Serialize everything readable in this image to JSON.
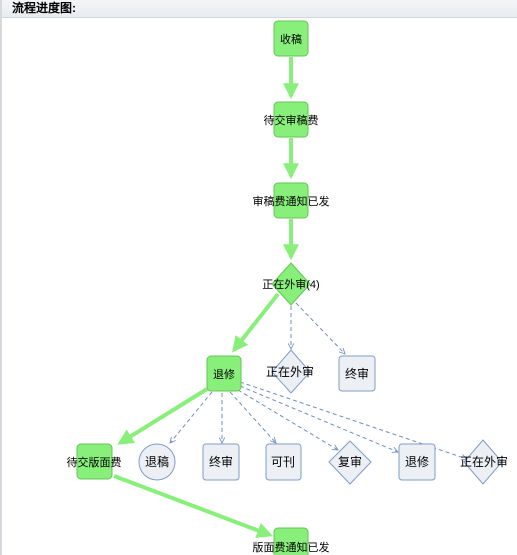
{
  "header": {
    "title": "流程进度图:"
  },
  "colors": {
    "done_fill": "#88f07a",
    "done_stroke": "#62c456",
    "done_edge": "#88f07a",
    "option_fill": "#eceff4",
    "option_stroke": "#7f9cc6",
    "option_edge": "#6e8fc0"
  },
  "flow": {
    "completed_steps": [
      {
        "label": "收稿"
      },
      {
        "label": "待交审稿费"
      },
      {
        "label": "审稿费通知已发"
      },
      {
        "label": "正在外审(4)"
      },
      {
        "label": "退修"
      },
      {
        "label": "待交版面费"
      },
      {
        "label": "版面费通知已发"
      }
    ],
    "external_review_options": [
      {
        "label": "正在外审"
      },
      {
        "label": "终审"
      }
    ],
    "revision_options": [
      {
        "label": "退稿"
      },
      {
        "label": "终审"
      },
      {
        "label": "可刊"
      },
      {
        "label": "复审"
      },
      {
        "label": "退修"
      },
      {
        "label": "正在外审"
      }
    ]
  }
}
